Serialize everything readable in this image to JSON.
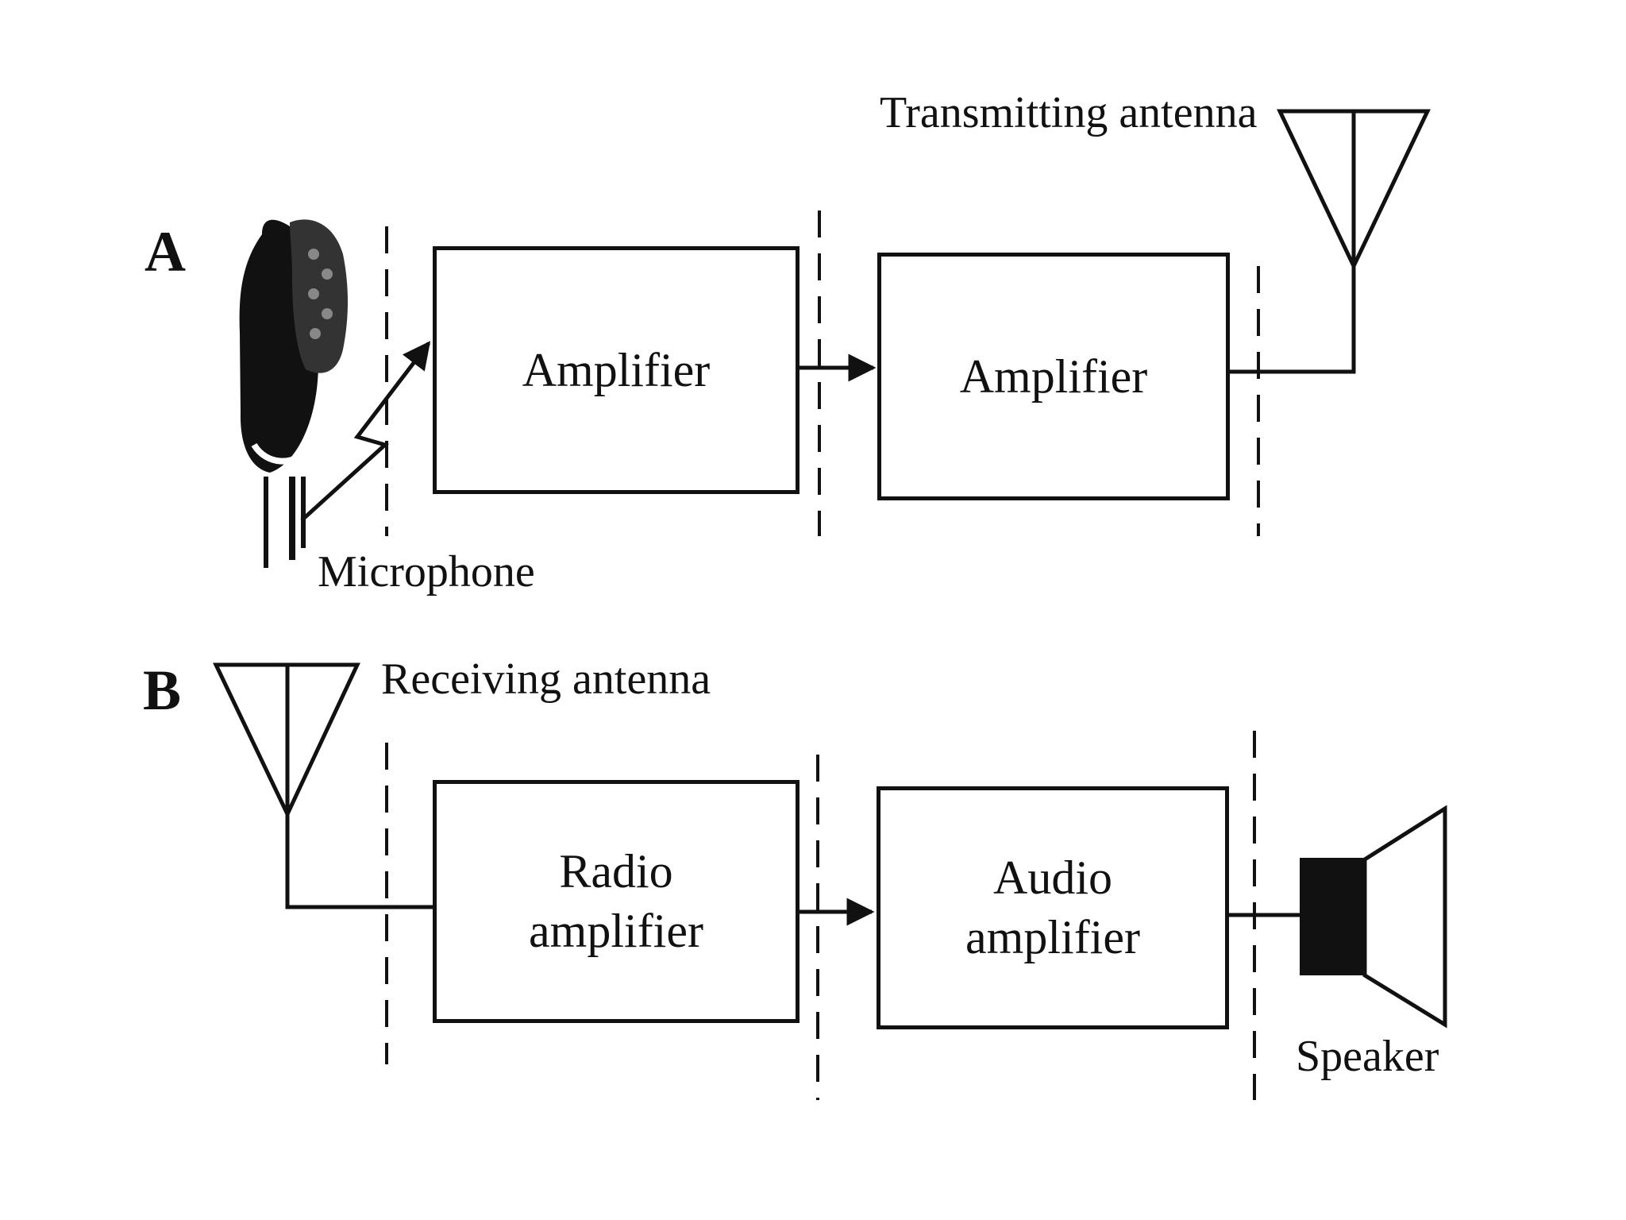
{
  "panels": {
    "a": {
      "letter": "A",
      "microphone_label": "Microphone",
      "box1_label": "Amplifier",
      "box2_label": "Amplifier",
      "antenna_label": "Transmitting antenna"
    },
    "b": {
      "letter": "B",
      "antenna_label": "Receiving antenna",
      "box1_label": "Radio\namplifier",
      "box2_label": "Audio\namplifier",
      "speaker_label": "Speaker"
    }
  },
  "colors": {
    "line": "#111111",
    "background": "#ffffff"
  },
  "icons": [
    "microphone-icon",
    "transmitting-antenna-icon",
    "receiving-antenna-icon",
    "speaker-icon"
  ]
}
